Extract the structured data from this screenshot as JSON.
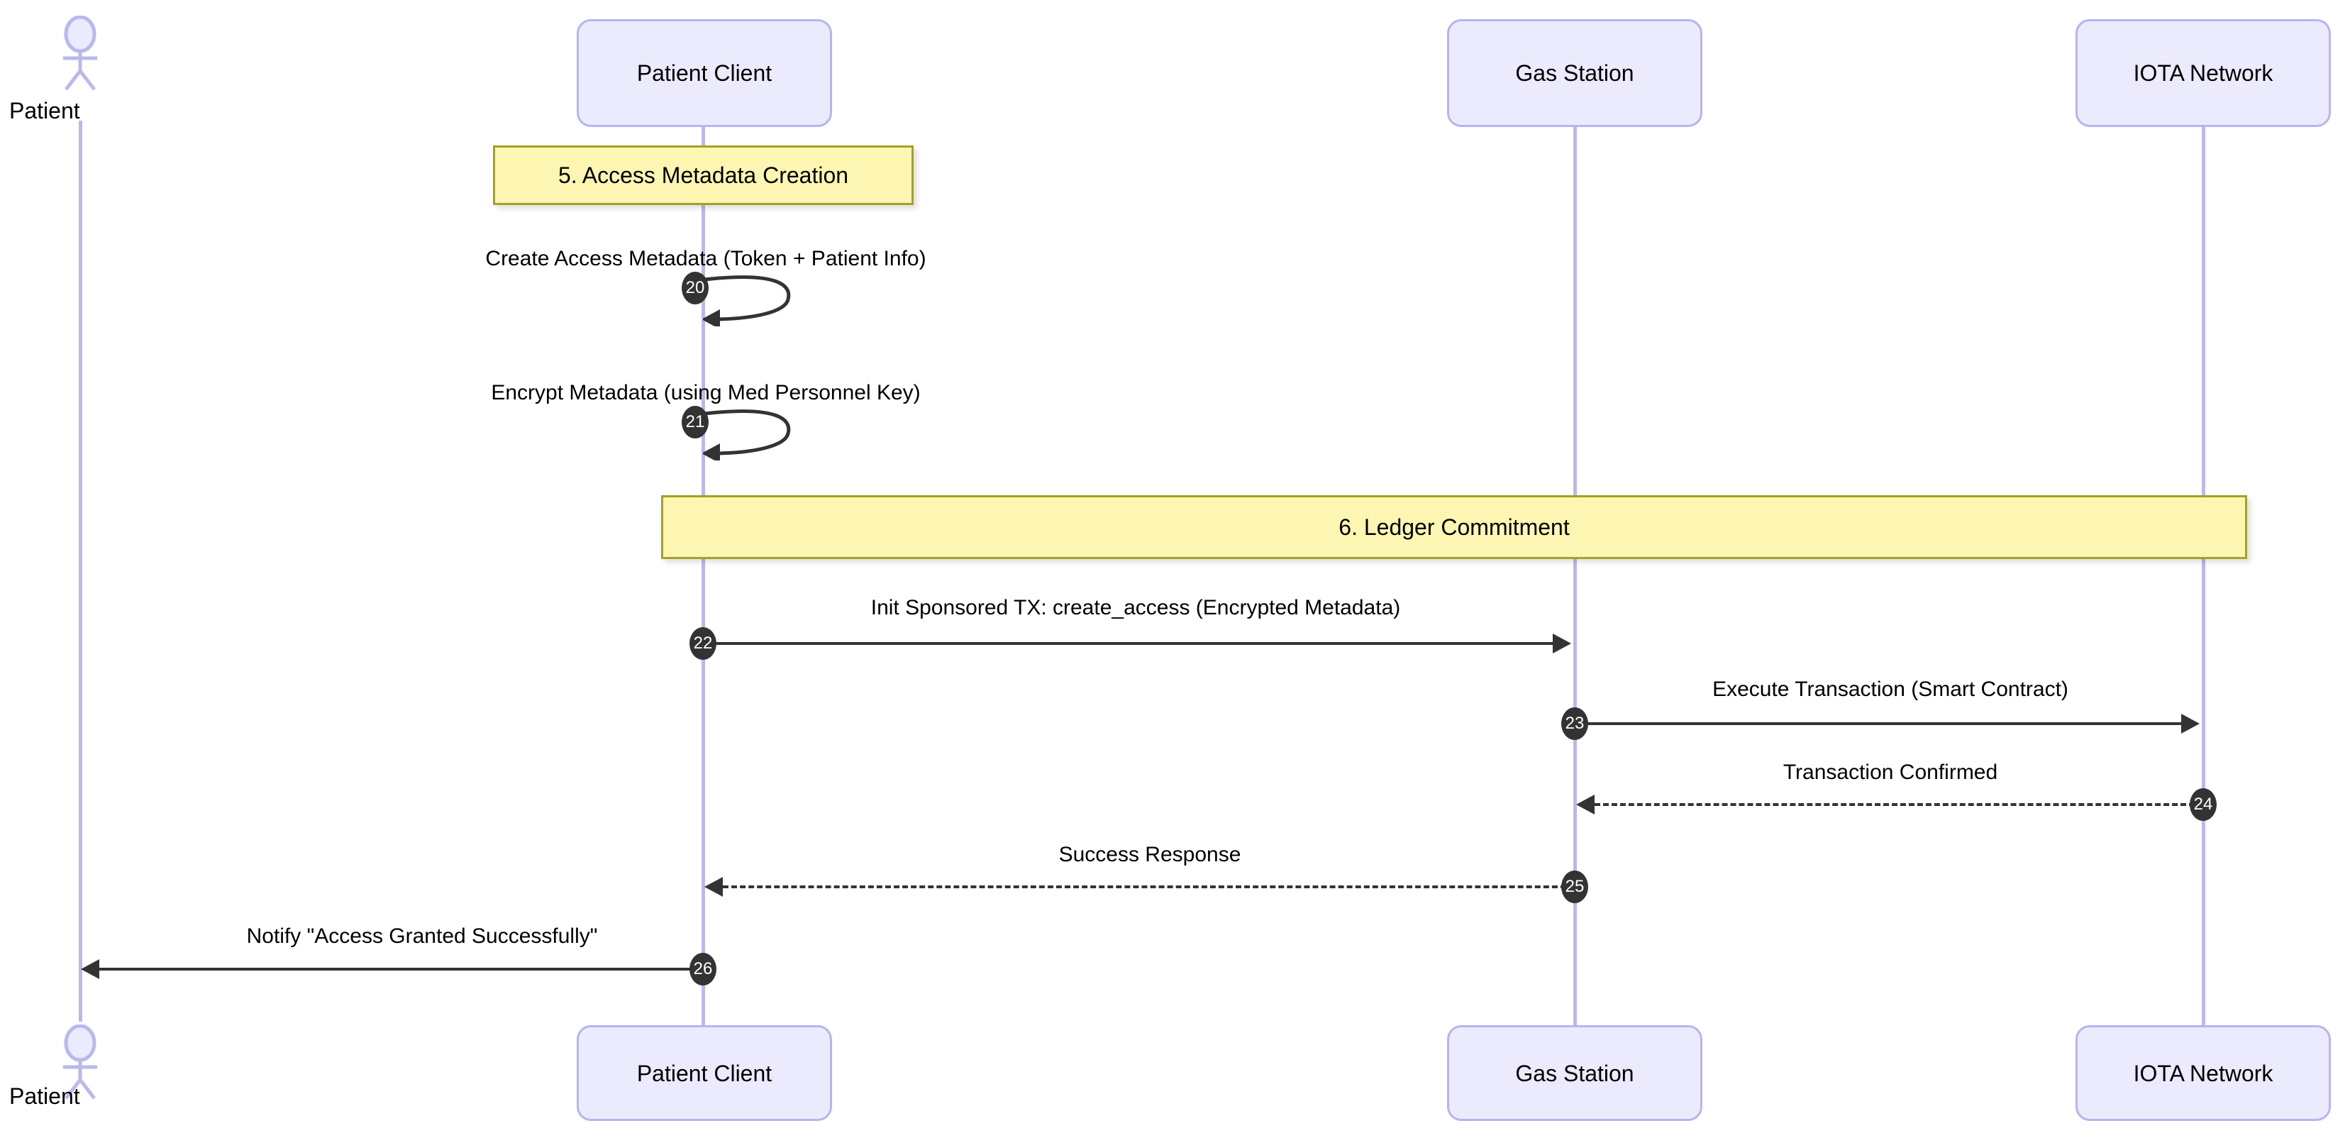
{
  "diagram": {
    "type": "sequence-diagram",
    "colors": {
      "participant_fill": "#eceafd",
      "participant_border": "#b5b5ef",
      "lifeline": "#b9b9ed",
      "note_fill": "#fdf6b2",
      "note_border": "#a2a226",
      "arrow": "#333333",
      "sequence_badge_fill": "#333333",
      "sequence_badge_text": "#ffffff",
      "actor": "#b9b9ed"
    },
    "actors": [
      {
        "id": "patient",
        "label": "Patient",
        "kind": "actor"
      }
    ],
    "participants": [
      {
        "id": "patient-client",
        "label": "Patient Client",
        "kind": "box"
      },
      {
        "id": "gas-station",
        "label": "Gas Station",
        "kind": "box"
      },
      {
        "id": "iota-network",
        "label": "IOTA Network",
        "kind": "box"
      }
    ],
    "notes": [
      {
        "id": "note-5",
        "label": "5. Access Metadata Creation",
        "span": "patient-client"
      },
      {
        "id": "note-6",
        "label": "6. Ledger Commitment",
        "span": "patient-client..iota-network"
      }
    ],
    "messages": [
      {
        "seq": "20",
        "label": "Create Access Metadata (Token + Patient Info)",
        "from": "patient-client",
        "to": "patient-client",
        "style": "solid",
        "kind": "self"
      },
      {
        "seq": "21",
        "label": "Encrypt Metadata (using Med Personnel Key)",
        "from": "patient-client",
        "to": "patient-client",
        "style": "solid",
        "kind": "self"
      },
      {
        "seq": "22",
        "label": "Init Sponsored TX: create_access (Encrypted Metadata)",
        "from": "patient-client",
        "to": "gas-station",
        "style": "solid",
        "kind": "right"
      },
      {
        "seq": "23",
        "label": "Execute Transaction (Smart Contract)",
        "from": "gas-station",
        "to": "iota-network",
        "style": "solid",
        "kind": "right"
      },
      {
        "seq": "24",
        "label": "Transaction Confirmed",
        "from": "iota-network",
        "to": "gas-station",
        "style": "dashed",
        "kind": "left"
      },
      {
        "seq": "25",
        "label": "Success Response",
        "from": "gas-station",
        "to": "patient-client",
        "style": "dashed",
        "kind": "left"
      },
      {
        "seq": "26",
        "label": "Notify \"Access Granted Successfully\"",
        "from": "patient-client",
        "to": "patient",
        "style": "solid",
        "kind": "left"
      }
    ],
    "footer_actors": [
      {
        "id": "patient-footer",
        "label": "Patient",
        "kind": "actor"
      }
    ],
    "footer_participants": [
      {
        "id": "patient-client-footer",
        "label": "Patient Client"
      },
      {
        "id": "gas-station-footer",
        "label": "Gas Station"
      },
      {
        "id": "iota-network-footer",
        "label": "IOTA Network"
      }
    ]
  }
}
